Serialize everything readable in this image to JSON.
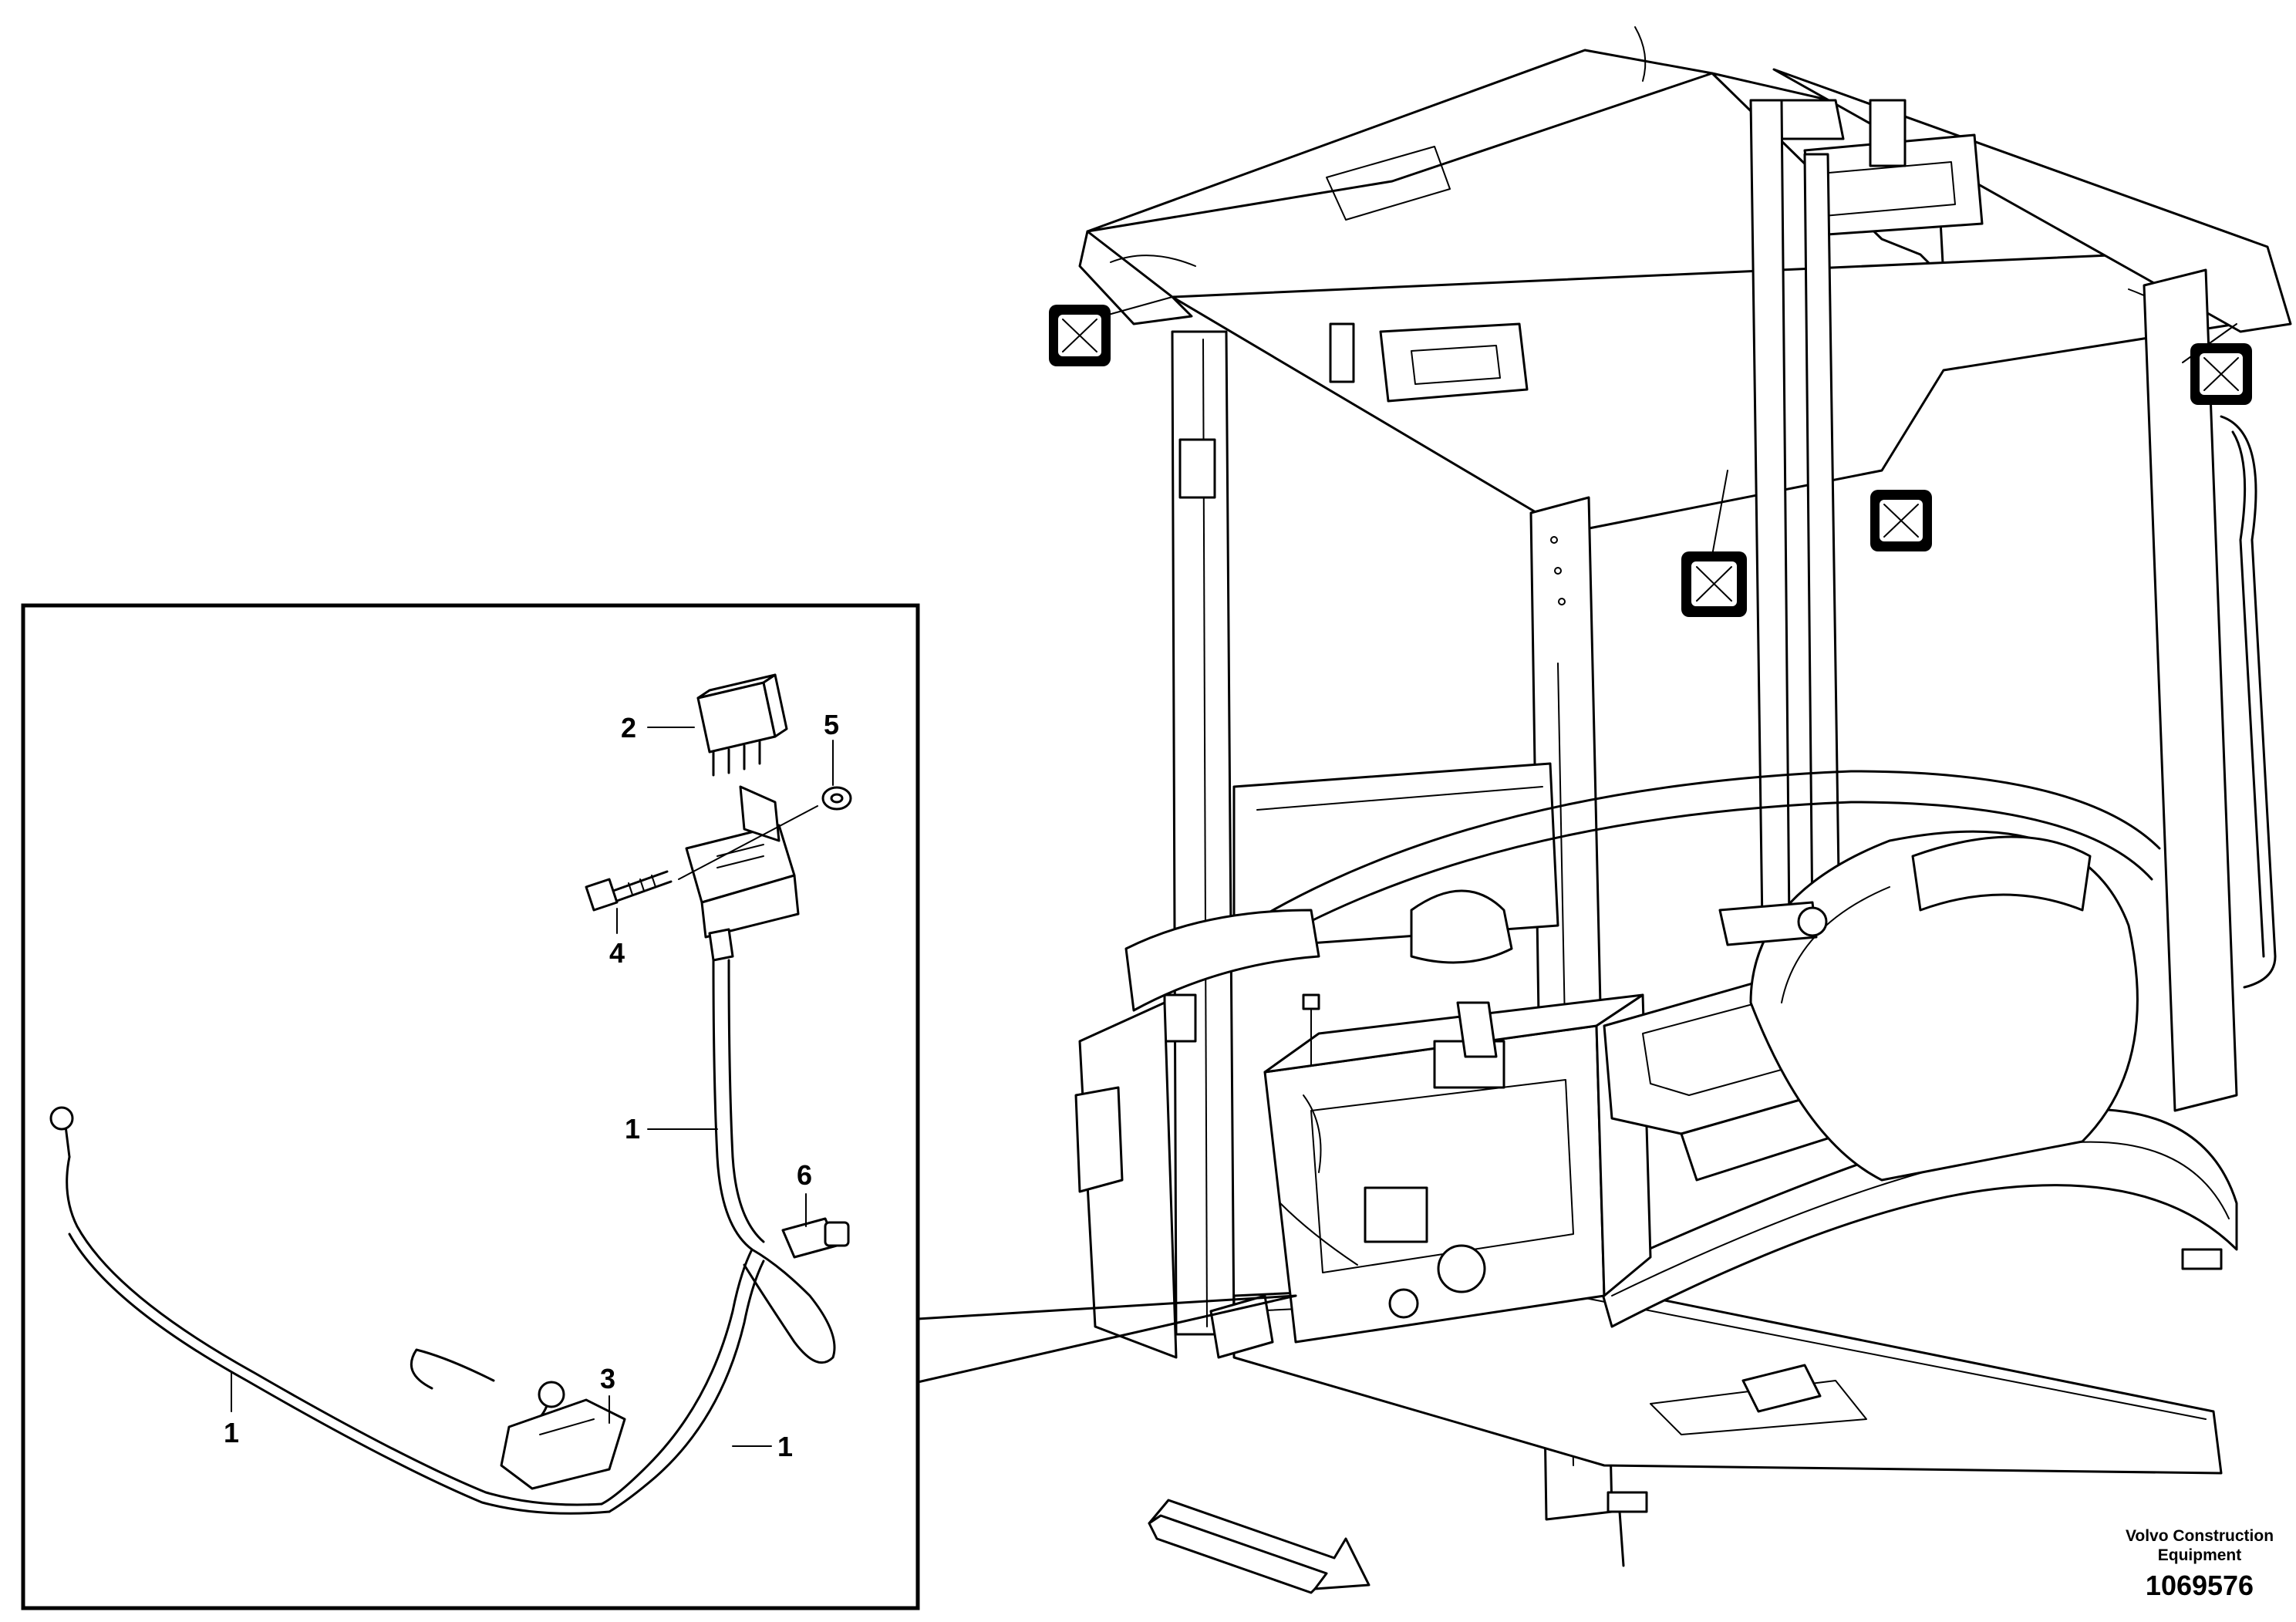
{
  "callouts": {
    "c1a": "1",
    "c1b": "1",
    "c1c": "1",
    "c2": "2",
    "c3": "3",
    "c4": "4",
    "c5": "5",
    "c6": "6"
  },
  "brand": {
    "line1": "Volvo Construction",
    "line2": "Equipment"
  },
  "doc_number": "1069576",
  "icons": {
    "direction": "forward-arrow-icon",
    "lamps": "work-lamp-icon"
  }
}
